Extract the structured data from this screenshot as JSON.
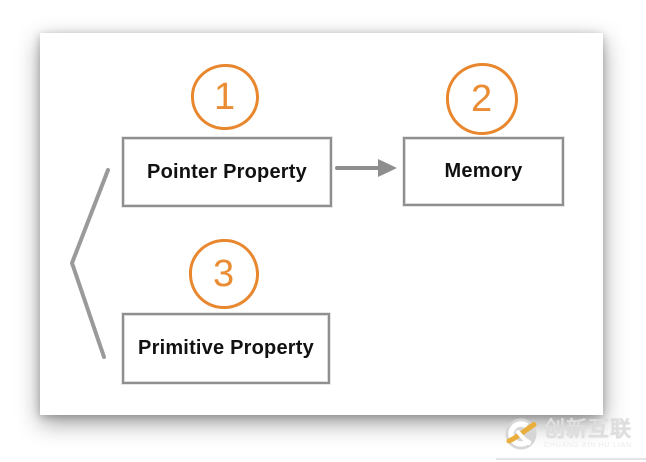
{
  "diagram": {
    "nodes": [
      {
        "id": "pointer-property",
        "step": "1",
        "label": "Pointer Property"
      },
      {
        "id": "memory",
        "step": "2",
        "label": "Memory"
      },
      {
        "id": "primitive-property",
        "step": "3",
        "label": "Primitive Property"
      }
    ],
    "edges": [
      {
        "from": "pointer-property",
        "to": "memory",
        "type": "arrow"
      },
      {
        "from": "brace",
        "to": "pointer-property,primitive-property",
        "type": "chevron"
      }
    ],
    "colors": {
      "step_circle": "#E8872E",
      "box_border": "#8F8F8F",
      "connector": "#9A9A9A",
      "label": "#111111"
    }
  },
  "watermark": {
    "brand": "创新互联",
    "subtext": "CHUANG XIN HU LIAN",
    "logo_accent": "#E9AE3C"
  }
}
